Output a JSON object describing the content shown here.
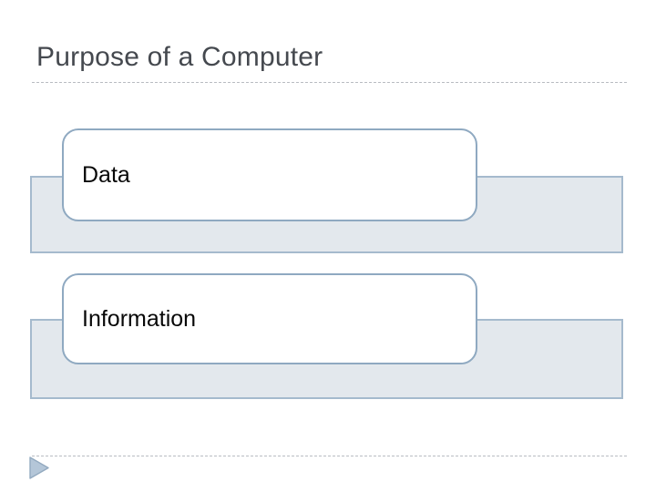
{
  "slide": {
    "title": "Purpose of a Computer",
    "background_color": "#ffffff",
    "title_color": "#45494f",
    "rule_color": "#b9bcc2",
    "accent_color": "#a5bacd",
    "callout_border_color": "#8fa9c1",
    "backing_fill_color": "#e3e8ed",
    "groups": [
      {
        "label": "Data"
      },
      {
        "label": "Information"
      }
    ],
    "footer": {
      "advance_icon": "play-triangle-icon"
    }
  }
}
